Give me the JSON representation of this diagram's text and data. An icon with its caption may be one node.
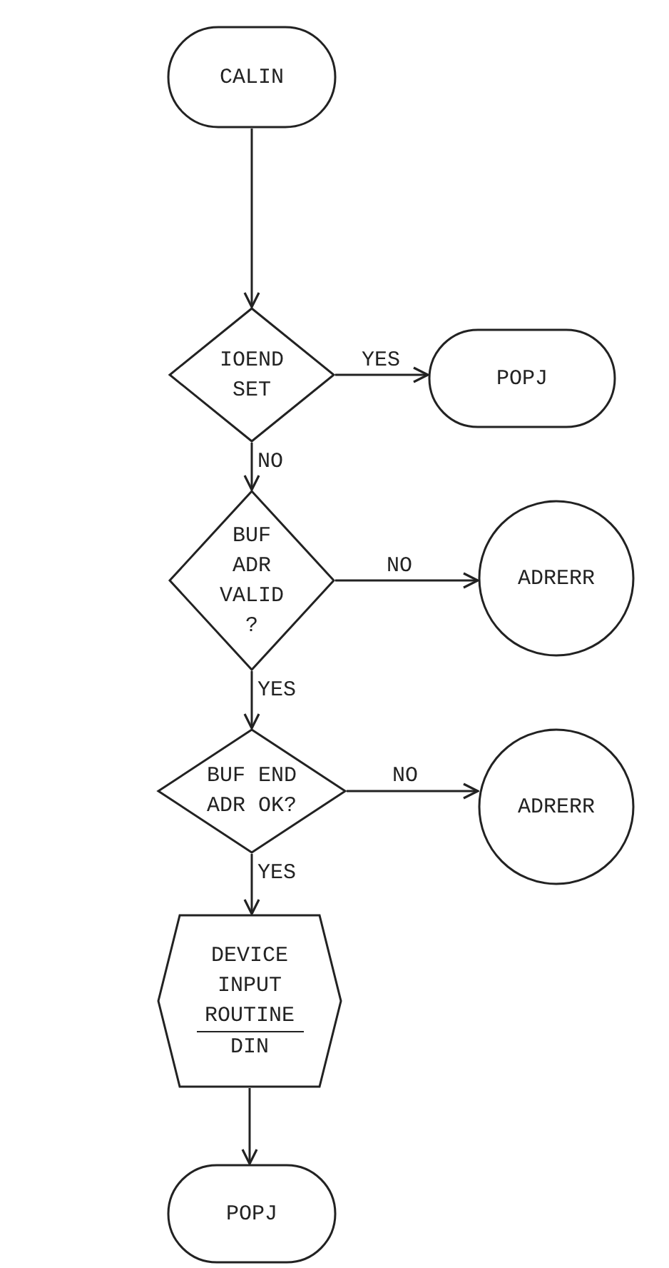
{
  "diagram": {
    "nodes": [
      {
        "text": [
          "CALIN"
        ]
      },
      {
        "text": [
          "IOEND SET"
        ]
      },
      {
        "text": [
          "POPJ"
        ]
      },
      {
        "text": [
          "BUF ADR VALID ?"
        ]
      },
      {
        "text": [
          "ADRERR"
        ]
      },
      {
        "text": [
          "BUF END ADR OK?"
        ]
      },
      {
        "text": [
          "ADRERR"
        ]
      },
      {
        "text": [
          "DEVICE INPUT ROUTINE",
          "DIN"
        ]
      },
      {
        "text": [
          "POPJ"
        ]
      }
    ],
    "edges": [
      {
        "from": 0,
        "to": 1,
        "arrow": "to"
      },
      {
        "from": 1,
        "to": 2,
        "label": "YES",
        "arrow": "to"
      },
      {
        "from": 1,
        "to": 3,
        "label": "NO",
        "arrow": "to"
      },
      {
        "from": 3,
        "to": 4,
        "label": "NO",
        "arrow": "to"
      },
      {
        "from": 3,
        "to": 5,
        "label": "YES",
        "arrow": "to"
      },
      {
        "from": 5,
        "to": 6,
        "label": "NO",
        "arrow": "to"
      },
      {
        "from": 5,
        "to": 7,
        "label": "YES",
        "arrow": "to"
      },
      {
        "from": 7,
        "to": 8,
        "arrow": "to"
      }
    ]
  }
}
